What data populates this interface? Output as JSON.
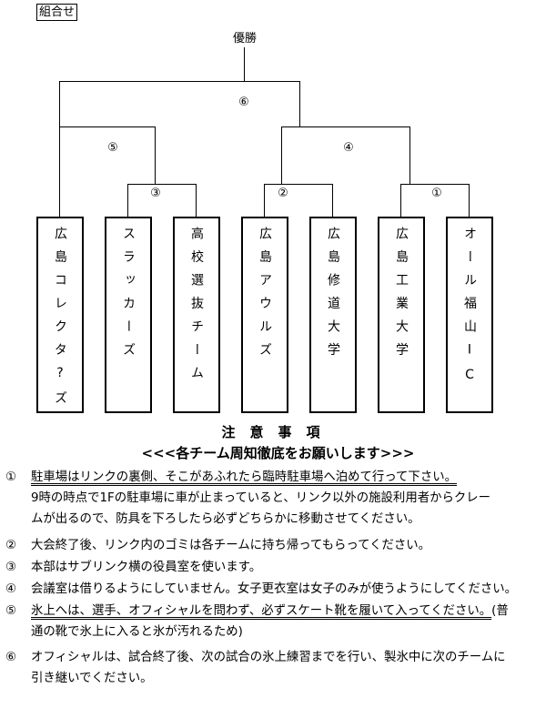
{
  "header": {
    "tag_label": "組合せ",
    "champion_label": "優勝"
  },
  "bracket": {
    "matches": [
      {
        "id": "1",
        "label": "①"
      },
      {
        "id": "2",
        "label": "②"
      },
      {
        "id": "3",
        "label": "③"
      },
      {
        "id": "4",
        "label": "④"
      },
      {
        "id": "5",
        "label": "⑤"
      },
      {
        "id": "6",
        "label": "⑥"
      }
    ],
    "teams": [
      {
        "name": "広島コレクタ?ズ",
        "chars": [
          "広",
          "島",
          "コ",
          "レ",
          "ク",
          "タ",
          "?",
          "ズ"
        ]
      },
      {
        "name": "スラッカーズ",
        "chars": [
          "ス",
          "ラ",
          "ッ",
          "カ",
          "ー",
          "ズ"
        ]
      },
      {
        "name": "高校選抜チーム",
        "chars": [
          "高",
          "校",
          "選",
          "抜",
          "チ",
          "ー",
          "ム"
        ]
      },
      {
        "name": "広島アウルズ",
        "chars": [
          "広",
          "島",
          "ア",
          "ウ",
          "ル",
          "ズ"
        ]
      },
      {
        "name": "広島修道大学",
        "chars": [
          "広",
          "島",
          "修",
          "道",
          "大",
          "学"
        ]
      },
      {
        "name": "広島工業大学",
        "chars": [
          "広",
          "島",
          "工",
          "業",
          "大",
          "学"
        ]
      },
      {
        "name": "オール福山IC",
        "chars": [
          "オ",
          "ー",
          "ル",
          "福",
          "山",
          "I",
          "C"
        ]
      }
    ]
  },
  "notes": {
    "title": "注意事項",
    "subtitle": "<<<各チーム周知徹底をお願いします>>>",
    "items": [
      {
        "num": "①",
        "lines": [
          "駐車場はリンクの裏側、そこがあふれたら臨時駐車場へ泊めて行って下さい。",
          "9時の時点で1Fの駐車場に車が止まっていると、リンク以外の施設利用者からクレー",
          "ムが出るので、防具を下ろしたら必ずどちらかに移動させてください。"
        ]
      },
      {
        "num": "②",
        "lines": [
          "大会終了後、リンク内のゴミは各チームに持ち帰ってもらってください。"
        ]
      },
      {
        "num": "③",
        "lines": [
          "本部はサブリンク横の役員室を使います。"
        ]
      },
      {
        "num": "④",
        "lines": [
          "会議室は借りるようにしていません。女子更衣室は女子のみが使うようにしてください。"
        ]
      },
      {
        "num": "⑤",
        "lines": [
          "氷上へは、選手、オフィシャルを問わず、必ずスケート靴を履いて入ってください。",
          "(普",
          "通の靴で氷上に入ると氷が汚れるため)"
        ]
      },
      {
        "num": "⑥",
        "lines": [
          "オフィシャルは、試合終了後、次の試合の氷上練習までを行い、製氷中に次のチームに",
          "引き継いでください。"
        ]
      }
    ]
  }
}
